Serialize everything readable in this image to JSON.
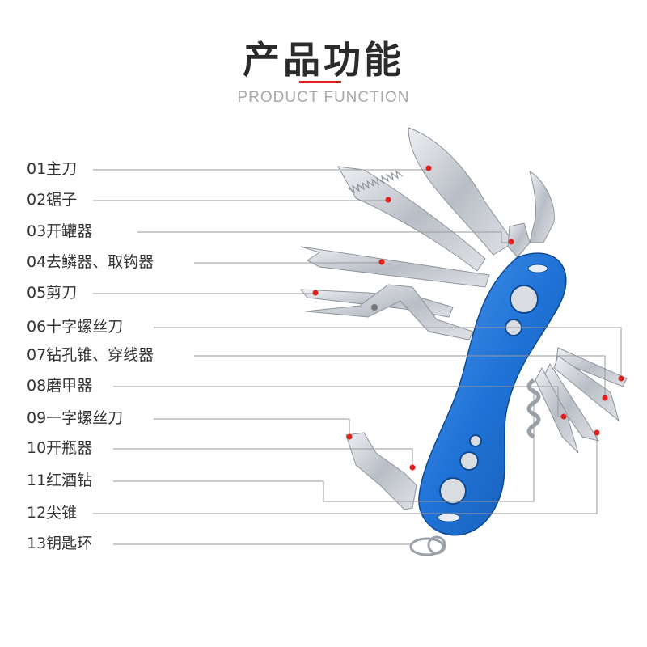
{
  "header": {
    "title": "产品功能",
    "subtitle": "PRODUCT FUNCTION",
    "accent_color": "#e01e1e"
  },
  "knife": {
    "handle_color": "#1f72d6",
    "blade_color": "#c8ccd2",
    "marker_color": "#e01e1e",
    "leader_color": "#9a9a9a"
  },
  "functions": [
    {
      "label": "01主刀"
    },
    {
      "label": "02锯子"
    },
    {
      "label": "03开罐器"
    },
    {
      "label": "04去鳞器、取钩器"
    },
    {
      "label": "05剪刀"
    },
    {
      "label": "06十字螺丝刀"
    },
    {
      "label": "07钻孔锥、穿线器"
    },
    {
      "label": "08磨甲器"
    },
    {
      "label": "09一字螺丝刀"
    },
    {
      "label": "10开瓶器"
    },
    {
      "label": "11红酒钻"
    },
    {
      "label": "12尖锥"
    },
    {
      "label": "13钥匙环"
    }
  ]
}
